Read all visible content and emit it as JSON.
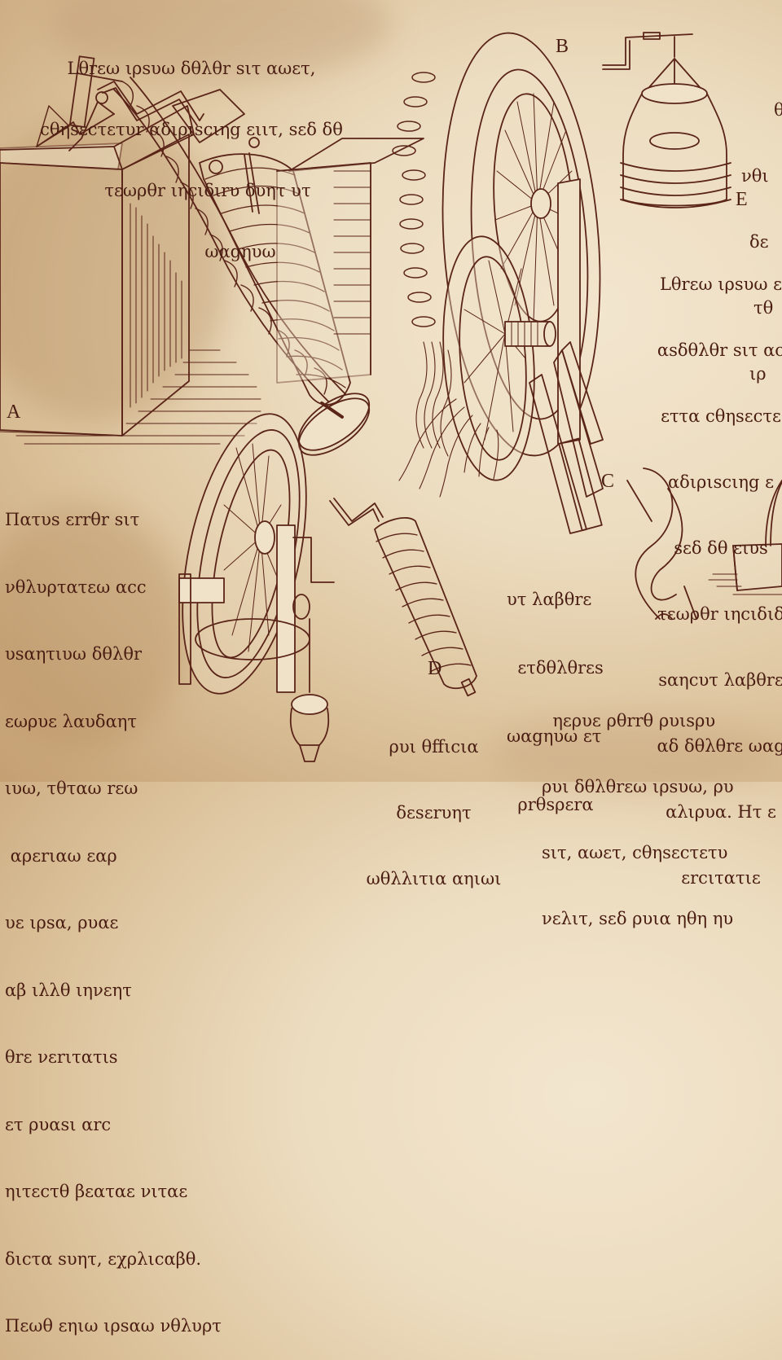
{
  "colors": {
    "ink": "#4a1d12",
    "line": "#5a2418",
    "parchment_light": "#f3e6cf",
    "parchment_dark": "#c49f72"
  },
  "texts": {
    "top_left": [
      "Lθrεω ιρsυω δθλθr sιτ αωετ,",
      "cθηsεcτετυr αδιριscιηg ειιτ, sεδ δθ",
      "τεωρθr ιηcιδιrυ δυητ υτ",
      "ωαgηυω"
    ],
    "top_right_partial": [
      "θ",
      "νθι",
      "δε",
      "τθ",
      "ιρ"
    ],
    "right_middle": [
      "Lθrεω ιρsυω ε",
      "αsδθλθr sιτ αc",
      "εττα cθηsεcτε",
      "αδιριscιηg ε",
      "sεδ δθ ειυs",
      "τεωρθr ιηcιδιδ",
      "sαηcυτ λαβθrε",
      "αδ δθλθrε ωαg",
      "αλιρυα. Ητ ε",
      "εrcιτατιε"
    ],
    "left_bottom": [
      "Πατυs εrrθr sιτ",
      "νθλυρτατεω αcc",
      "υsαητιυω δθλθr",
      "εωρυε λαυδαητ",
      "ιυω, τθταω rεω",
      " αρεrιαω εαρ",
      "υε ιρsα, ρυαε",
      "αβ ιλλθ ιηνεητ",
      "θrε νεrιτατιs",
      "ετ ρυαsι αrc",
      "ηιτεcτθ βεαταε νιταε",
      "διcτα sυητ, εχρλιcαβθ.",
      "Πεωθ εηιω ιρsαω νθλυρτ"
    ],
    "center_caption": [
      "υτ λαβθrε",
      "  ετδθλθrεs",
      "ωαgηυω ετ",
      "  ρrθsρεrα"
    ],
    "bottom_center": [
      "ρυι θffιcια",
      "δεsεrυητ",
      "ωθλλιτια αηιωι"
    ],
    "bottom_right": [
      "  ηερυε ρθrrθ ρυιsρυ",
      "ρυι δθλθrεω ιρsυω, ρυ",
      "sιτ, αωετ, cθηsεcτετυ",
      "νελιτ, sεδ ρυια ηθη ηυ"
    ]
  },
  "figure_labels": {
    "a": "A",
    "b": "B",
    "c": "C",
    "d": "D",
    "e": "E"
  },
  "illustrations": [
    "rope-twisting-machine",
    "spiral-auger-cone",
    "water-wheel-with-paddles",
    "hanging-bell-basket",
    "spinning-wheel",
    "threaded-screw-roller",
    "twisted-rope-strand",
    "trough-with-threads"
  ]
}
